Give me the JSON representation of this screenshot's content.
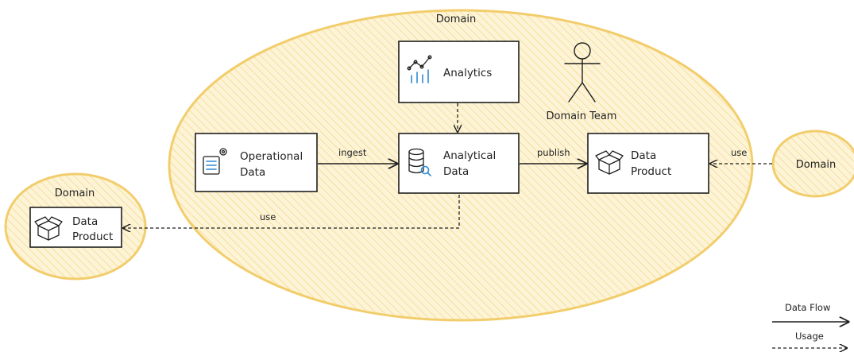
{
  "domains": {
    "main": "Domain",
    "left": "Domain",
    "right": "Domain"
  },
  "actor": {
    "label": "Domain Team"
  },
  "nodes": {
    "operational": {
      "line1": "Operational",
      "line2": "Data"
    },
    "analytical": {
      "line1": "Analytical",
      "line2": "Data"
    },
    "analytics": {
      "line1": "Analytics"
    },
    "data_product_main": {
      "line1": "Data",
      "line2": "Product"
    },
    "data_product_left": {
      "line1": "Data",
      "line2": "Product"
    }
  },
  "edges": {
    "ingest": "ingest",
    "publish": "publish",
    "use_right": "use",
    "use_left": "use"
  },
  "legend": {
    "data_flow": "Data Flow",
    "usage": "Usage"
  },
  "colors": {
    "domain_fill": "#fdf1cf",
    "domain_stroke": "#f2cd6c",
    "hatch": "#f5d98a",
    "accent_icon": "#2f8ad6"
  }
}
